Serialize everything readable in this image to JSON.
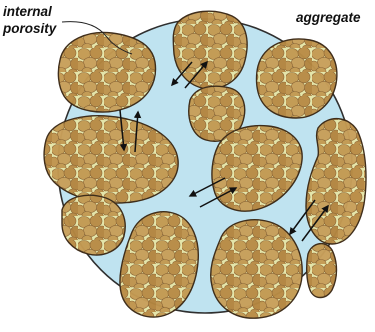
{
  "labels": {
    "internal_porosity_line1": "internal",
    "internal_porosity_line2": "porosity",
    "aggregate": "aggregate"
  },
  "colors": {
    "background": "#ffffff",
    "sphere_fill": "#bfe3f0",
    "sphere_stroke": "#2f2f2f",
    "aggregate_fill": "#b3833f",
    "aggregate_stroke": "#3a2814",
    "grain_fill": "#c49a52",
    "grain_stroke": "#7a5524",
    "pore_fill": "#e6e6a8",
    "arrow": "#111111",
    "text": "#111111"
  }
}
